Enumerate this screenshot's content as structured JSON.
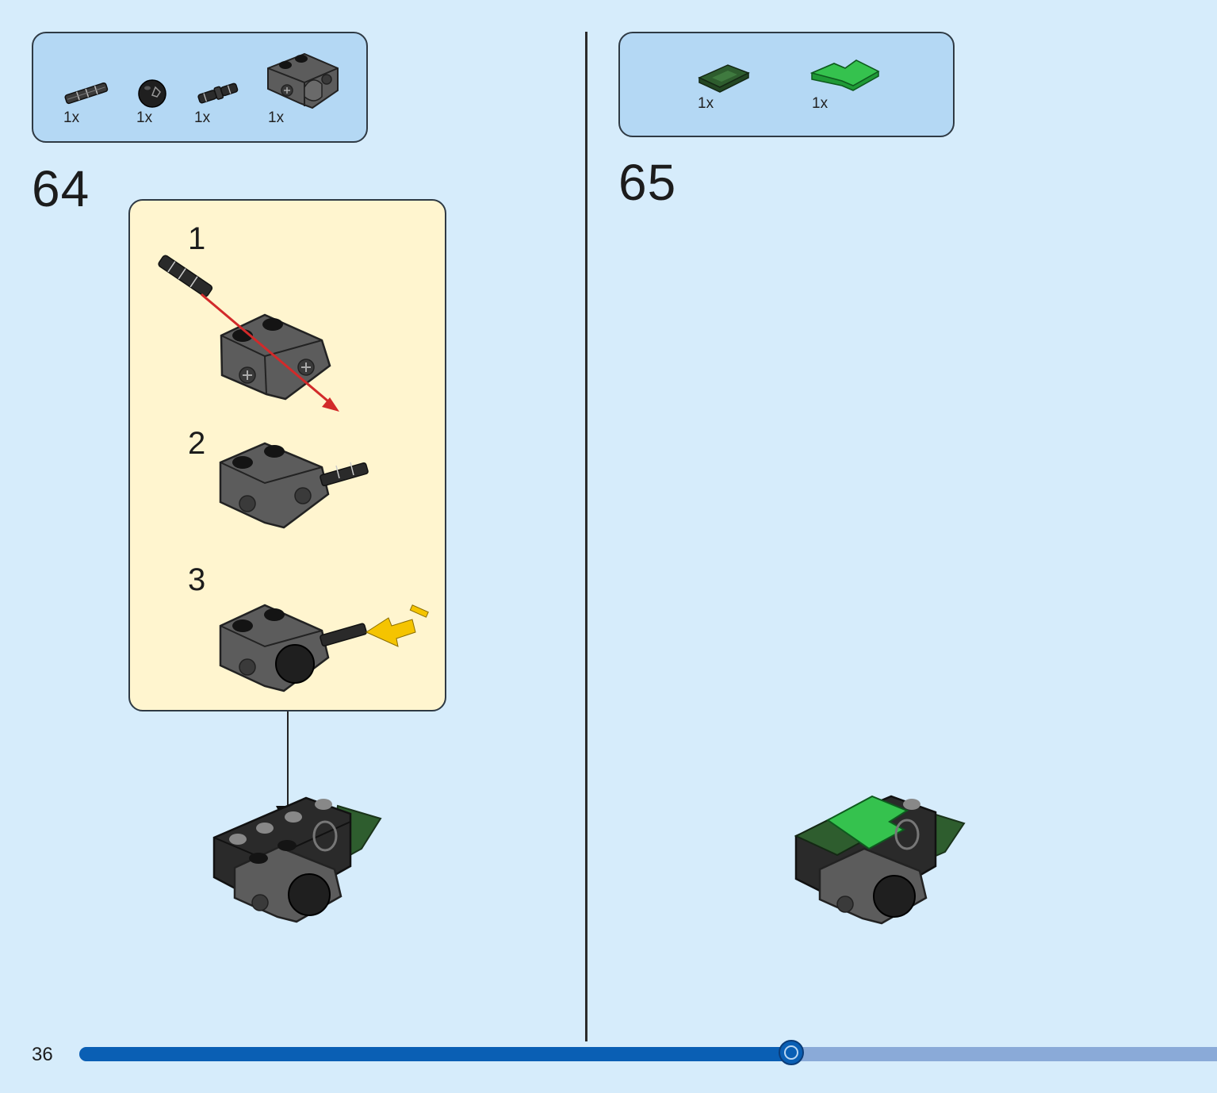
{
  "step_64": {
    "number": "64",
    "parts": [
      {
        "name": "axle-pin",
        "qty": "1x"
      },
      {
        "name": "ball",
        "qty": "1x"
      },
      {
        "name": "pin-connector",
        "qty": "1x"
      },
      {
        "name": "beam-bracket",
        "qty": "1x"
      }
    ],
    "substeps": [
      {
        "number": "1"
      },
      {
        "number": "2"
      },
      {
        "number": "3"
      }
    ]
  },
  "step_65": {
    "number": "65",
    "parts": [
      {
        "name": "dark-green-tile",
        "qty": "1x"
      },
      {
        "name": "bright-green-corner-plate",
        "qty": "1x"
      }
    ]
  },
  "footer": {
    "page_number": "36",
    "progress_fraction": 0.627
  },
  "colors": {
    "page_bg": "#d6ecfb",
    "parts_box_bg": "#b4d8f4",
    "callout_bg": "#fff5cf",
    "progress_fill": "#0a5fb4",
    "progress_track": "#8aaad8",
    "dark_grey_part": "#5c5c5c",
    "black_part": "#1a1a1a",
    "dark_green_part": "#2e5d2e",
    "bright_green_part": "#35c24e",
    "arrow_red": "#d22a2a",
    "arrow_yellow": "#f5c400"
  }
}
